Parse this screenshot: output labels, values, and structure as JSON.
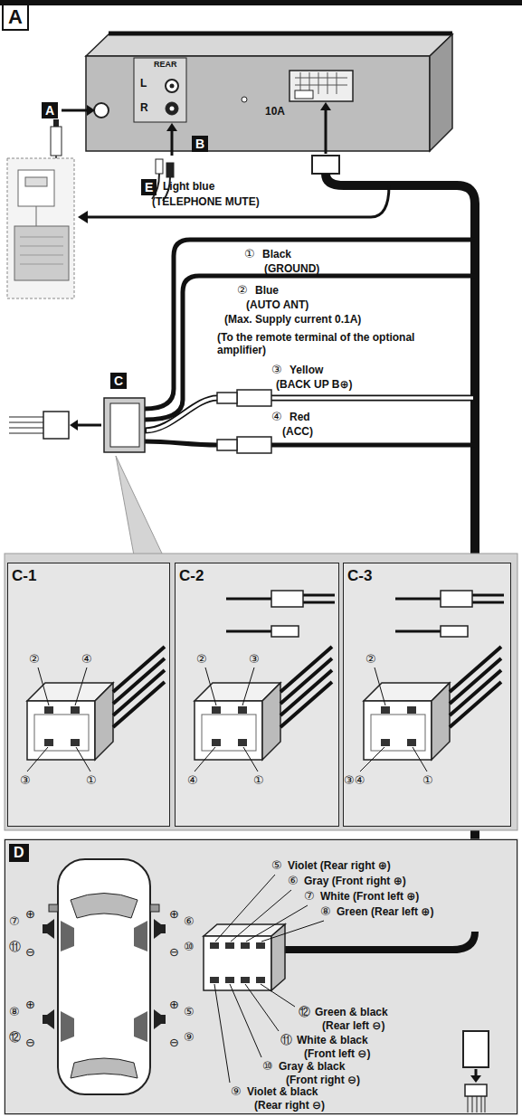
{
  "diagram": {
    "nodes": [
      {
        "text": [
          "A"
        ]
      },
      {
        "text": [
          "C-1"
        ],
        "in": 0
      },
      {
        "text": [
          "C-2"
        ],
        "in": 0
      },
      {
        "text": [
          "C-3"
        ],
        "in": 0
      },
      {
        "text": [
          "D"
        ],
        "in": 0
      }
    ],
    "labels": [
      "REAR",
      "L",
      "R",
      "A",
      "B",
      "10A",
      "E",
      "Light blue",
      "(TELEPHONE MUTE)",
      "①",
      "Black",
      "(GROUND)",
      "②",
      "Blue",
      "(AUTO ANT)",
      "(Max. Supply current 0.1A)",
      "(To the remote terminal of the optional amplifier)",
      "③",
      "Yellow",
      "(BACK UP B⊕)",
      "④",
      "Red",
      "(ACC)",
      "C",
      "②",
      "④",
      "③",
      "①",
      "②",
      "③",
      "④",
      "①",
      "②",
      "③④",
      "①",
      "⑦",
      "⊕",
      "⑪",
      "⊖",
      "⊕",
      "⑥",
      "⊖",
      "⑩",
      "⑧",
      "⊕",
      "⑫",
      "⊖",
      "⊕",
      "⑤",
      "⊖",
      "⑨",
      "⑤",
      "Violet (Rear right ⊕)",
      "⑥",
      "Gray (Front right ⊕)",
      "⑦",
      "White (Front left ⊕)",
      "⑧",
      "Green (Rear left ⊕)",
      "⑫",
      "Green & black",
      "(Rear left ⊖)",
      "⑪",
      "White & black",
      "(Front left ⊖)",
      "⑩",
      "Gray & black",
      "(Front right ⊖)",
      "⑨",
      "Violet & black",
      "(Rear right ⊖)"
    ]
  }
}
